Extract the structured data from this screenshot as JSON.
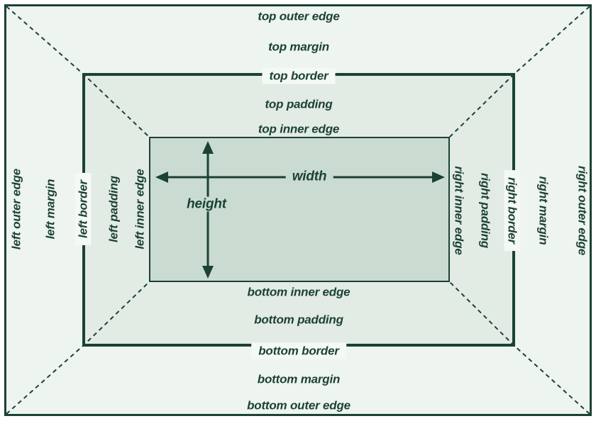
{
  "figure": {
    "description": "CSS box model diagram showing margin, border, padding and content edges",
    "labels": {
      "top": [
        "top outer edge",
        "top margin",
        "top border",
        "top padding",
        "top inner edge"
      ],
      "bottom": [
        "bottom inner edge",
        "bottom padding",
        "bottom border",
        "bottom margin",
        "bottom outer edge"
      ],
      "left": [
        "left outer edge",
        "left margin",
        "left border",
        "left padding",
        "left inner edge"
      ],
      "right": [
        "right inner edge",
        "right padding",
        "right border",
        "right margin",
        "right outer edge"
      ],
      "width": "width",
      "height": "height"
    },
    "colors": {
      "ink": "#1b4234",
      "margin_area_bg": "#eef4ef",
      "padding_area_bg": "#e3ebe5",
      "content_area_bg": "#cadbd2",
      "label_mask_bg": "#f4f9f5",
      "page_bg": "#ffffff"
    }
  }
}
